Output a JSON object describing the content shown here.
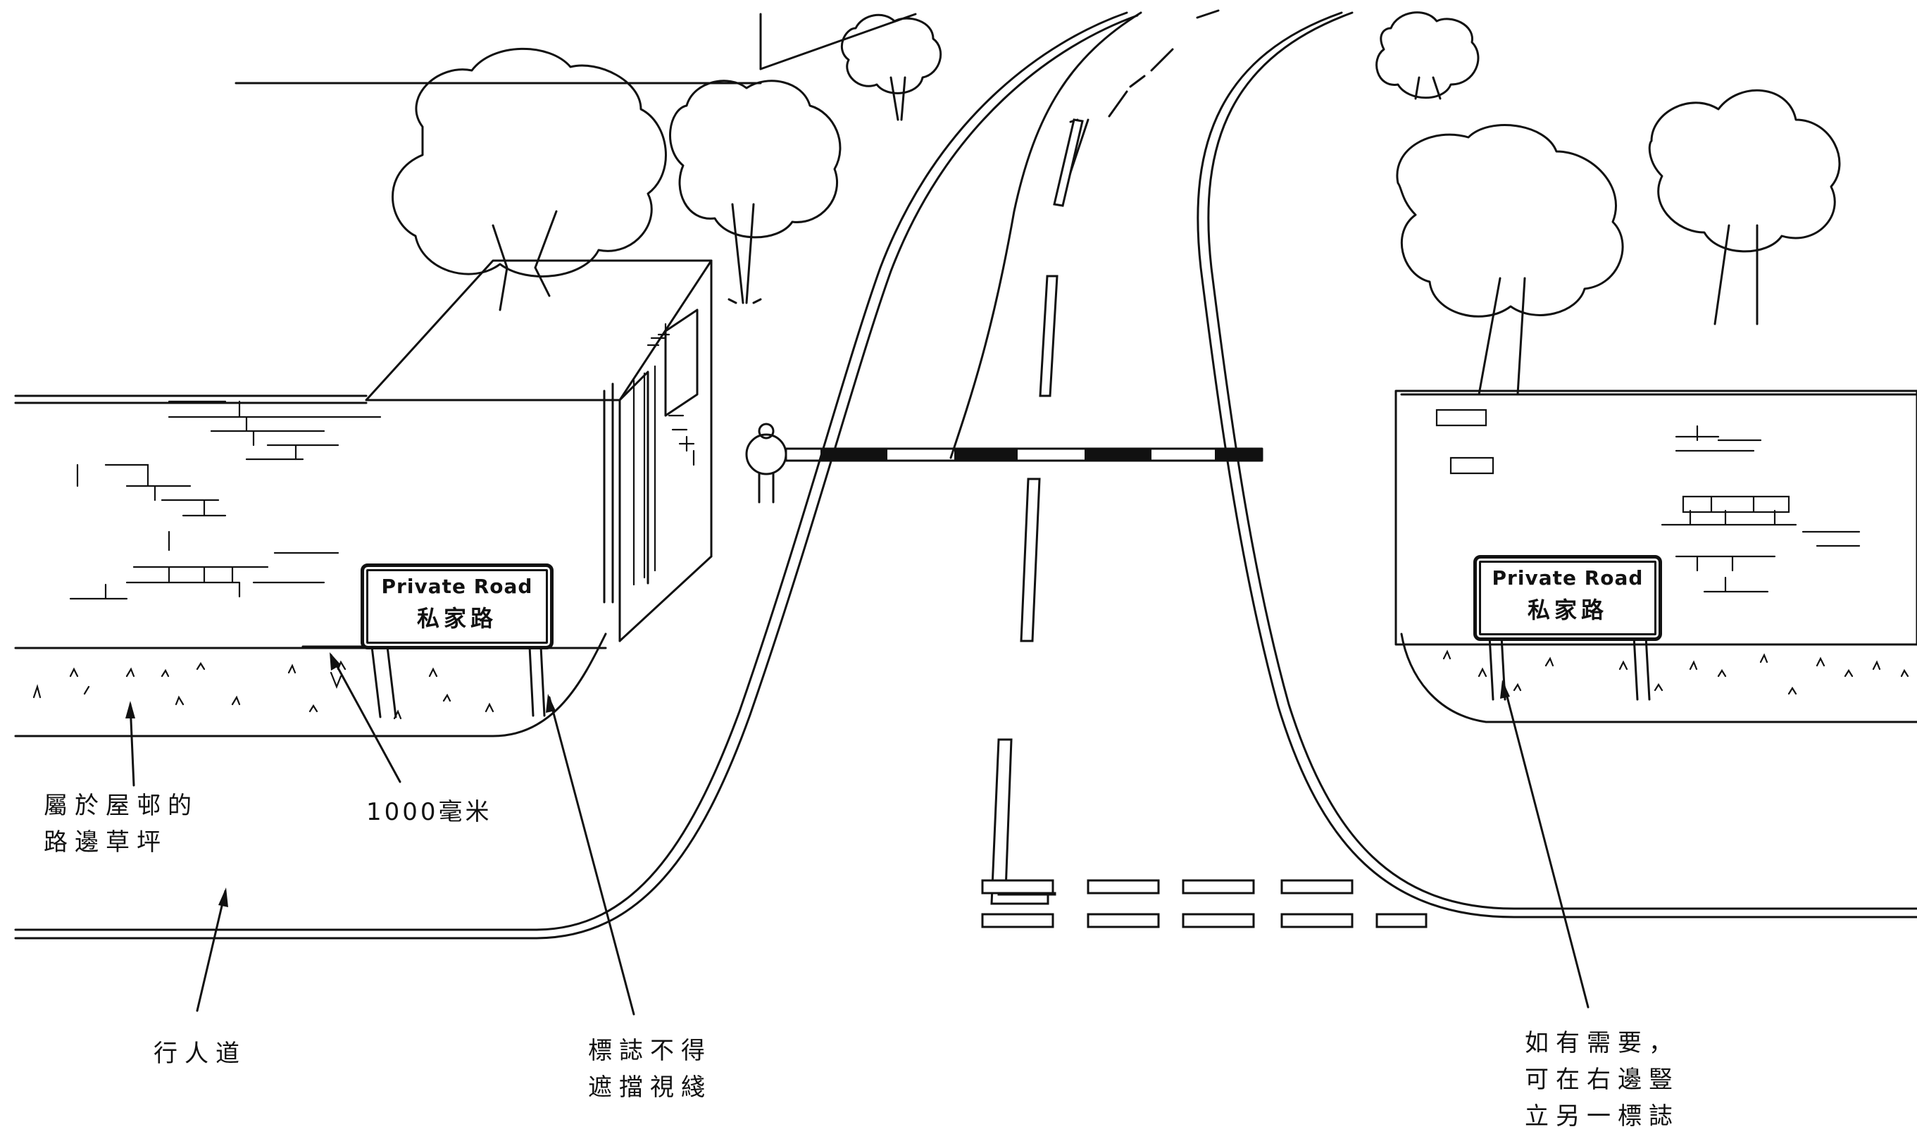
{
  "signs": {
    "left": {
      "en": "Private Road",
      "zh": "私家路"
    },
    "right": {
      "en": "Private Road",
      "zh": "私家路"
    }
  },
  "labels": {
    "verge": "屬於屋邨的\n路邊草坪",
    "distance": "1000毫米",
    "footpath": "行人道",
    "no_obstruct": "標誌不得\n遮擋視綫",
    "right_sign": "如有需要，\n可在右邊豎\n立另一標誌"
  },
  "colors": {
    "ink": "#111111",
    "paper": "#ffffff"
  }
}
